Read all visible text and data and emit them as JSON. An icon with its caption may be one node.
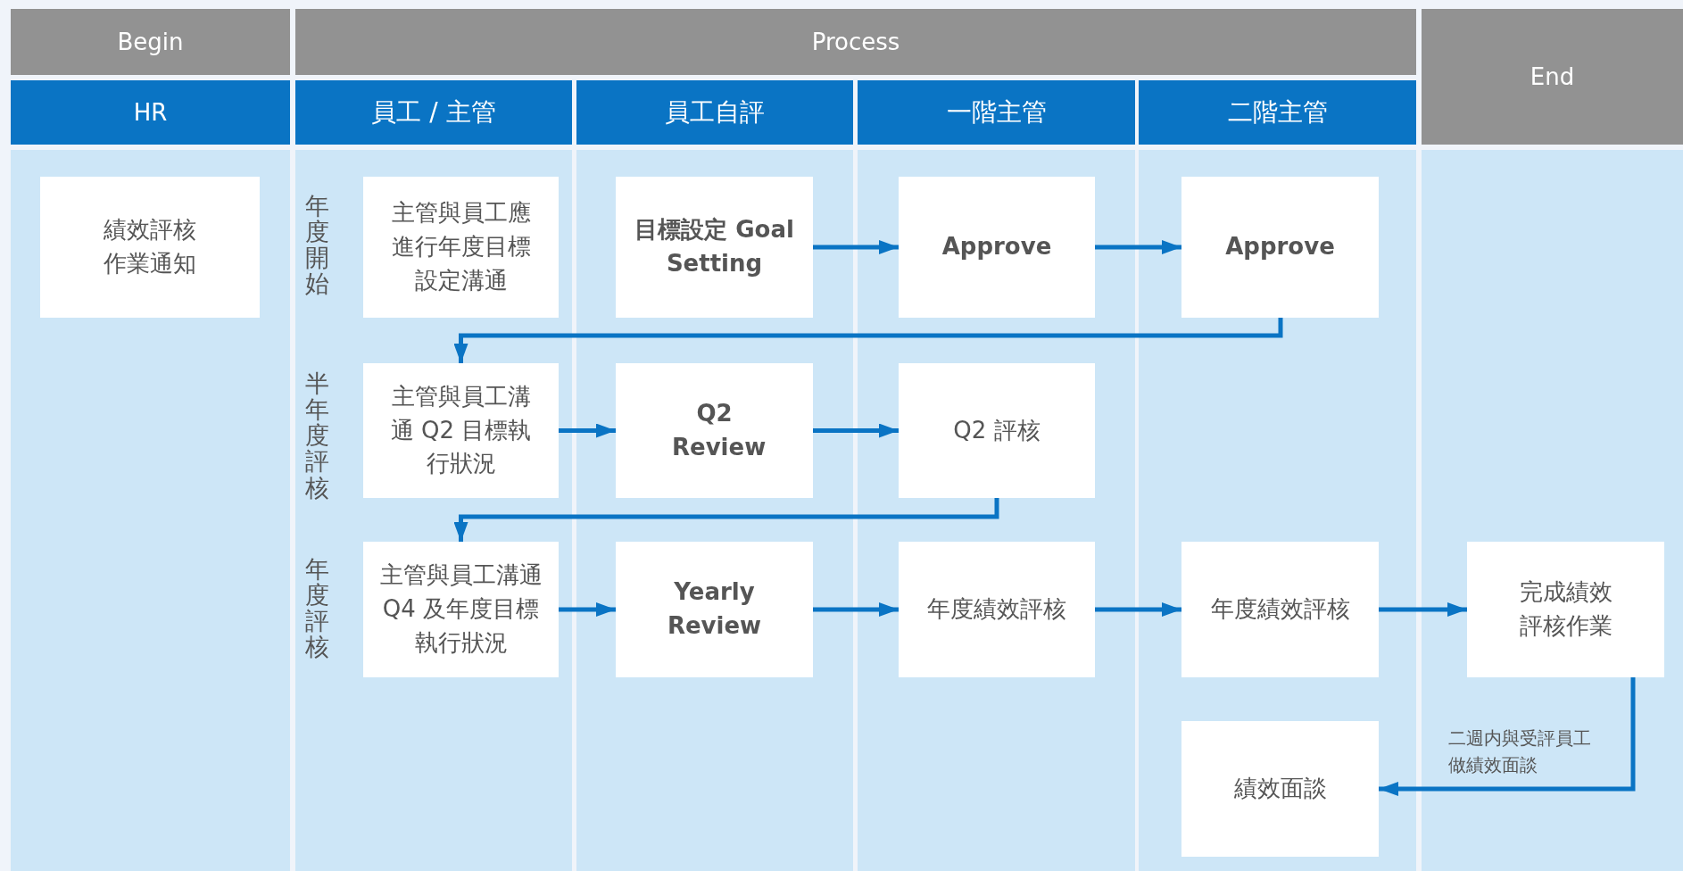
{
  "diagram": {
    "nodes": [
      {
        "text": [
          "Begin"
        ]
      },
      {
        "text": [
          "Process"
        ]
      },
      {
        "text": [
          "End"
        ]
      },
      {
        "text": [
          "HR"
        ]
      },
      {
        "text": [
          "員工 / 主管"
        ]
      },
      {
        "text": [
          "員工自評"
        ]
      },
      {
        "text": [
          "一階主管"
        ]
      },
      {
        "text": [
          "二階主管"
        ]
      },
      {
        "text": [
          "績效評核作業通知"
        ]
      },
      {
        "text": [
          "主管與員工應進行年度目標設定溝通"
        ]
      },
      {
        "text": [
          "目標設定 Goal Setting"
        ]
      },
      {
        "text": [
          "Approve"
        ]
      },
      {
        "text": [
          "Approve"
        ]
      },
      {
        "text": [
          "主管與員工溝通 Q2 目標執行狀況"
        ]
      },
      {
        "text": [
          "Q2 Review"
        ]
      },
      {
        "text": [
          "Q2 評核"
        ]
      },
      {
        "text": [
          "主管與員工溝通 Q4 及年度目標執行狀況"
        ]
      },
      {
        "text": [
          "Yearly Review"
        ]
      },
      {
        "text": [
          "年度績效評核"
        ]
      },
      {
        "text": [
          "年度績效評核"
        ]
      },
      {
        "text": [
          "完成績效評核作業"
        ]
      },
      {
        "text": [
          "績效面談"
        ]
      }
    ],
    "edges": [
      {
        "from": 10,
        "to": 11,
        "arrow": "to"
      },
      {
        "from": 11,
        "to": 12,
        "arrow": "to"
      },
      {
        "from": 12,
        "to": 13,
        "arrow": "to"
      },
      {
        "from": 13,
        "to": 14,
        "arrow": "to"
      },
      {
        "from": 14,
        "to": 15,
        "arrow": "to"
      },
      {
        "from": 15,
        "to": 16,
        "arrow": "to"
      },
      {
        "from": 16,
        "to": 17,
        "arrow": "to"
      },
      {
        "from": 17,
        "to": 18,
        "arrow": "to"
      },
      {
        "from": 18,
        "to": 19,
        "arrow": "to"
      },
      {
        "from": 19,
        "to": 20,
        "arrow": "to"
      },
      {
        "from": 20,
        "to": 21,
        "arrow": "to",
        "label": "二週内與受評員工做績效面談"
      }
    ],
    "labels": [
      "年度開始",
      "半年度評核",
      "年度評核"
    ]
  }
}
